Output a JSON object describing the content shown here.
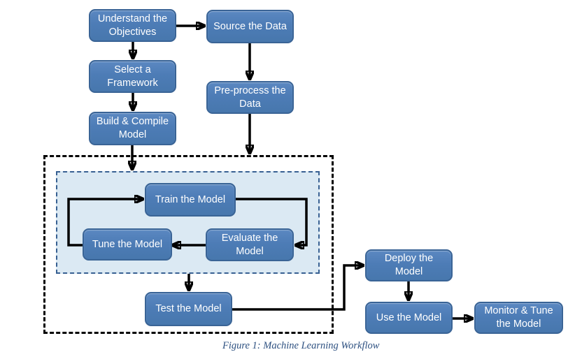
{
  "figure": {
    "caption": "Figure 1: Machine Learning Workflow"
  },
  "colors": {
    "node_fill": "#4F81BD",
    "node_border": "#3A6496",
    "node_text": "#FFFFFF",
    "inner_panel_fill": "#DBE9F3",
    "inner_panel_border": "#376092",
    "outer_box_border": "#000000",
    "arrow": "#000000",
    "caption_text": "#2D5080"
  },
  "nodes": {
    "understand": {
      "label": "Understand the\nObjectives"
    },
    "source": {
      "label": "Source the Data"
    },
    "select": {
      "label": "Select a\nFramework"
    },
    "preprocess": {
      "label": "Pre-process the\nData"
    },
    "build": {
      "label": "Build & Compile\nModel"
    },
    "train": {
      "label": "Train the Model"
    },
    "tune": {
      "label": "Tune the Model"
    },
    "evaluate": {
      "label": "Evaluate the\nModel"
    },
    "test": {
      "label": "Test the Model"
    },
    "deploy": {
      "label": "Deploy the\nModel"
    },
    "use": {
      "label": "Use the Model"
    },
    "monitor": {
      "label": "Monitor & Tune\nthe Model"
    }
  },
  "edges": [
    {
      "from": "Understand the Objectives",
      "to": "Source the Data"
    },
    {
      "from": "Understand the Objectives",
      "to": "Select a Framework"
    },
    {
      "from": "Source the Data",
      "to": "Pre-process the Data"
    },
    {
      "from": "Select a Framework",
      "to": "Build & Compile Model"
    },
    {
      "from": "Build & Compile Model",
      "to": "Train/Tune iteration loop"
    },
    {
      "from": "Pre-process the Data",
      "to": "Train/Tune iteration loop"
    },
    {
      "from": "Tune the Model",
      "to": "Train the Model"
    },
    {
      "from": "Train the Model",
      "to": "Evaluate the Model"
    },
    {
      "from": "Evaluate the Model",
      "to": "Tune the Model"
    },
    {
      "from": "Train/Tune iteration loop",
      "to": "Test the Model"
    },
    {
      "from": "Test the Model",
      "to": "Deploy the Model"
    },
    {
      "from": "Deploy the Model",
      "to": "Use the Model"
    },
    {
      "from": "Use the Model",
      "to": "Monitor & Tune the Model"
    }
  ]
}
